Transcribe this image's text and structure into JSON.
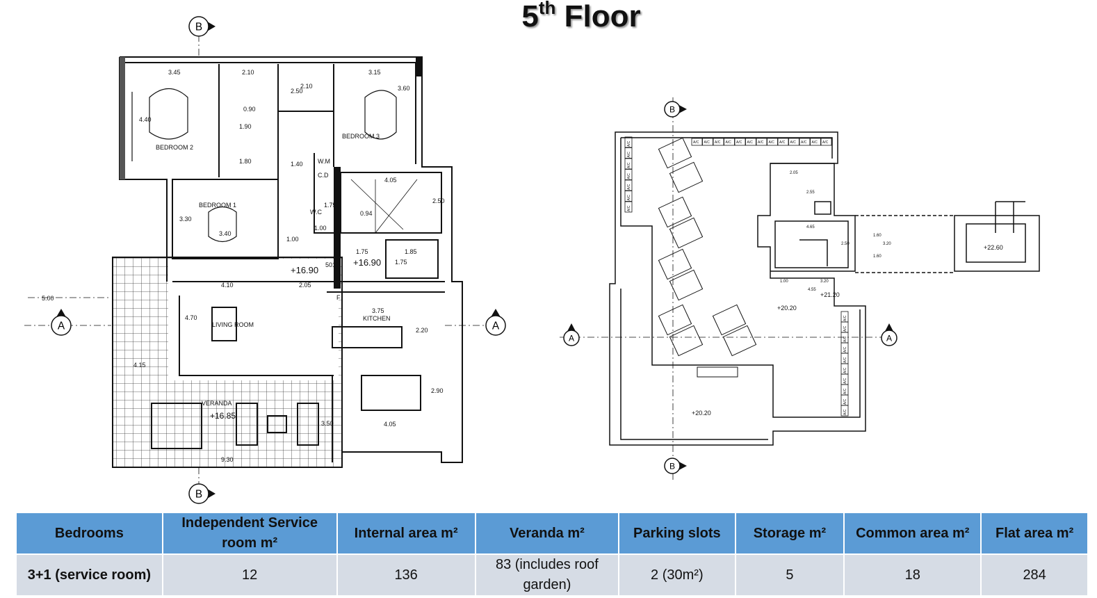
{
  "title": {
    "main": "5",
    "sup": "th",
    "rest": " Floor"
  },
  "left_plan": {
    "rooms": [
      "BEDROOM 2",
      "BEDROOM 3",
      "BEDROOM 1",
      "W.C",
      "LIVING ROOM",
      "KITCHEN",
      "VERANDA"
    ],
    "dims": [
      "3.45",
      "2.10",
      "3.15",
      "2.10",
      "2.50",
      "3.60",
      "4.40",
      "0.90",
      "1.90",
      "1.80",
      "1.40",
      "4.05",
      "2.50",
      "0.94",
      "1.75",
      "1.00",
      "3.30",
      "3.40",
      "1.00",
      "1.75",
      "1.85",
      "1.75",
      "4.10",
      "2.05",
      "3.75",
      "4.70",
      "2.20",
      "2.90",
      "4.05",
      "3.50",
      "9.30",
      "5.00",
      "4.15"
    ],
    "fixtures": [
      "W.M",
      "C.D",
      "F"
    ],
    "levels": [
      "+16.90",
      "+16.90",
      "+16.85"
    ],
    "door": "501",
    "sections": [
      "B",
      "B",
      "A",
      "A"
    ]
  },
  "right_plan": {
    "ac_label": "A/C",
    "levels": [
      "+22.60",
      "+21.20",
      "+20.20",
      "+20.20"
    ],
    "dims": [
      "2.05",
      "2.55",
      "4.65",
      "2.50",
      "3.20",
      "1.00",
      "4.55",
      "1.60",
      "3.20",
      "1.60"
    ],
    "sections": [
      "B",
      "B",
      "A",
      "A"
    ]
  },
  "table": {
    "headers": [
      "Bedrooms",
      "Independent Service room m²",
      "Internal area m²",
      "Veranda m²",
      "Parking slots",
      "Storage m²",
      "Common area m²",
      "Flat area m²"
    ],
    "rows": [
      [
        "3+1 (service room)",
        "12",
        "136",
        "83 (includes roof garden)",
        "2 (30m²)",
        "5",
        "18",
        "284"
      ]
    ]
  },
  "colors": {
    "header": "#5b9bd5",
    "row": "#d6dce5"
  }
}
